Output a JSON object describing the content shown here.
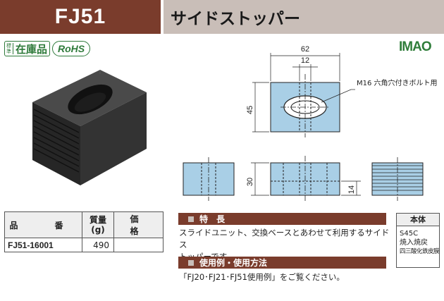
{
  "header": {
    "code": "FJ51",
    "name": "サイドストッパー"
  },
  "badges": {
    "standard_small": "標準",
    "in_stock": "在庫品",
    "rohs": "RoHS"
  },
  "brand_logo": "IMAO",
  "drawing": {
    "dim_width": "62",
    "dim_slot": "12",
    "dim_height": "45",
    "dim_thickness": "30",
    "dim_step": "14",
    "callout": "M16 六角穴付きボルト用"
  },
  "product_table": {
    "headers": {
      "part_no": "品　番",
      "weight": "質量",
      "weight_unit": "(g)",
      "price": "価　格"
    },
    "rows": [
      {
        "part_no": "FJ51-16001",
        "weight": "490",
        "price": ""
      }
    ]
  },
  "features": {
    "title": "特　長",
    "line1": "スライドユニット、交換ベースとあわせて利用するサイドス",
    "line2": "トッパーです。"
  },
  "usage": {
    "title": "使用例・使用方法",
    "text": "「FJ20･FJ21･FJ51使用例」をご覧ください。"
  },
  "body_spec": {
    "title": "本体",
    "material": "S45C",
    "treatment": "焼入焼戻",
    "coating": "四三酸化鉄皮膜"
  },
  "colors": {
    "header_brown": "#7a3c2c",
    "header_gray": "#c9beb8",
    "drawing_fill": "#a9cfe6",
    "green": "#2e7a3a"
  }
}
